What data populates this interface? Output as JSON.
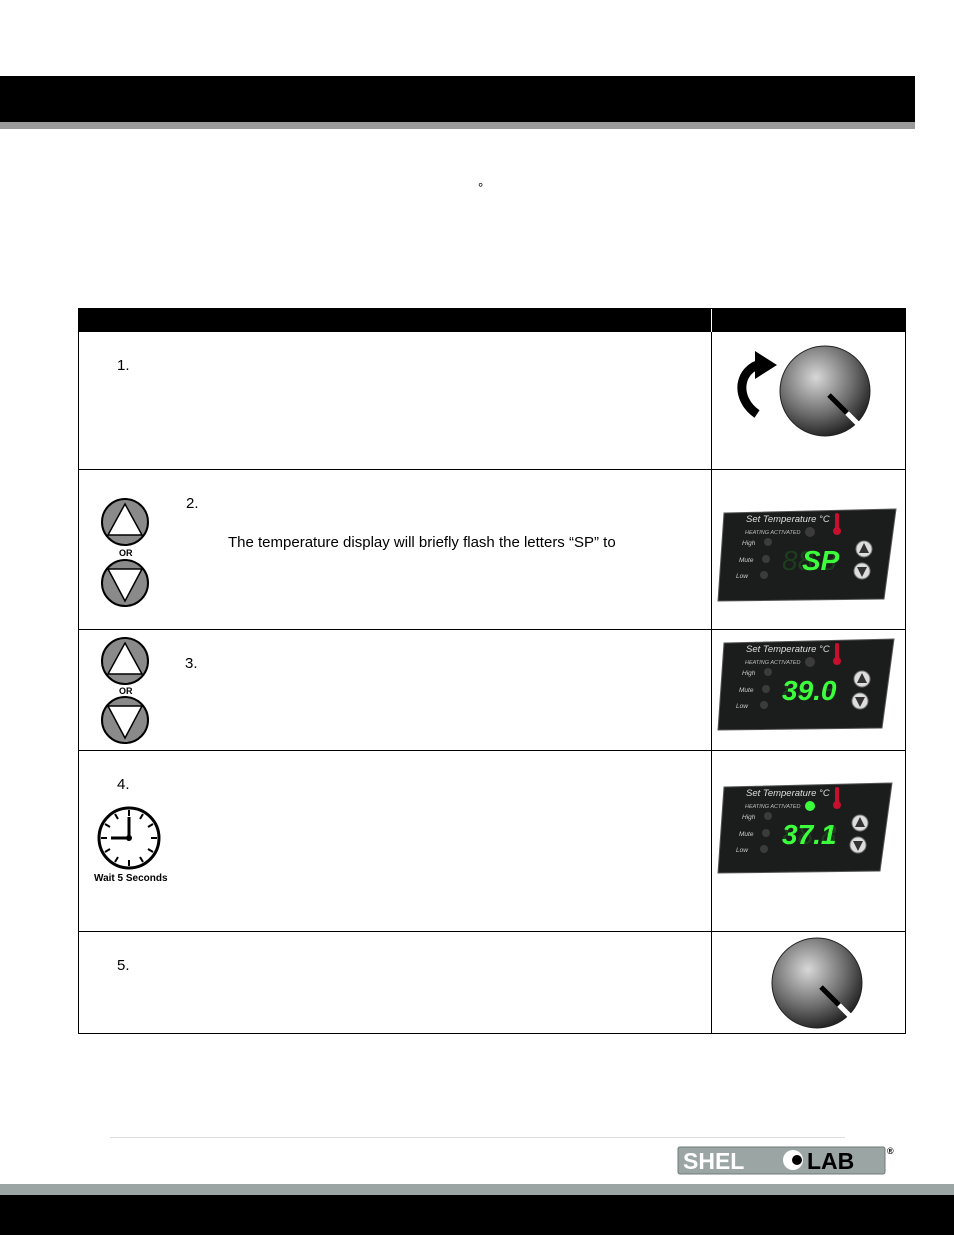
{
  "intro": {
    "degree_symbol": "°"
  },
  "steps": [
    {
      "number": "1."
    },
    {
      "number": "2.",
      "text": "The temperature display will briefly flash the letters “SP” to",
      "or_label": "OR"
    },
    {
      "number": "3.",
      "or_label": "OR"
    },
    {
      "number": "4.",
      "wait_label": "Wait 5 Seconds"
    },
    {
      "number": "5."
    }
  ],
  "panel": {
    "title": "Set Temperature °C",
    "heating_label": "HEATING ACTIVATED",
    "high_label": "High",
    "mute_label": "Mute",
    "low_label": "Low",
    "displays": [
      "SP",
      "39.0",
      "37.1"
    ]
  },
  "colors": {
    "led_green": "#3cff3c",
    "led_dim": "#1e3d1e",
    "thermo_red": "#c8102e",
    "stripe_gray": "#9a9a9a",
    "footer_stripe": "#9aa5a4"
  },
  "logo": {
    "left": "SHEL",
    "right": "LAB",
    "mark": "®"
  }
}
